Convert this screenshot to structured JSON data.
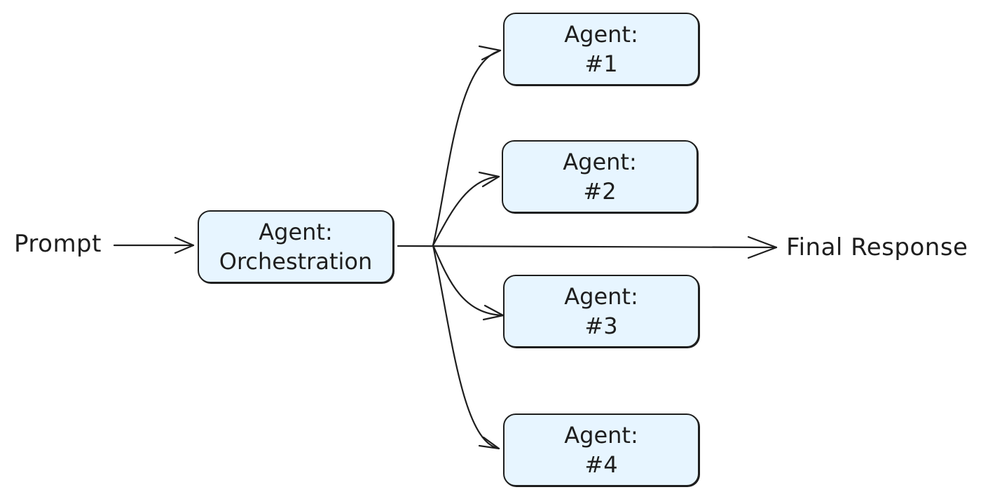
{
  "diagram": {
    "input_label": "Prompt",
    "output_label": "Final Response",
    "orchestrator": {
      "line1": "Agent:",
      "line2": "Orchestration"
    },
    "agents": [
      {
        "line1": "Agent:",
        "line2": "#1"
      },
      {
        "line1": "Agent:",
        "line2": "#2"
      },
      {
        "line1": "Agent:",
        "line2": "#3"
      },
      {
        "line1": "Agent:",
        "line2": "#4"
      }
    ],
    "colors": {
      "node_fill": "#e7f5ff",
      "stroke": "#1e1e1e",
      "background": "#ffffff"
    }
  }
}
